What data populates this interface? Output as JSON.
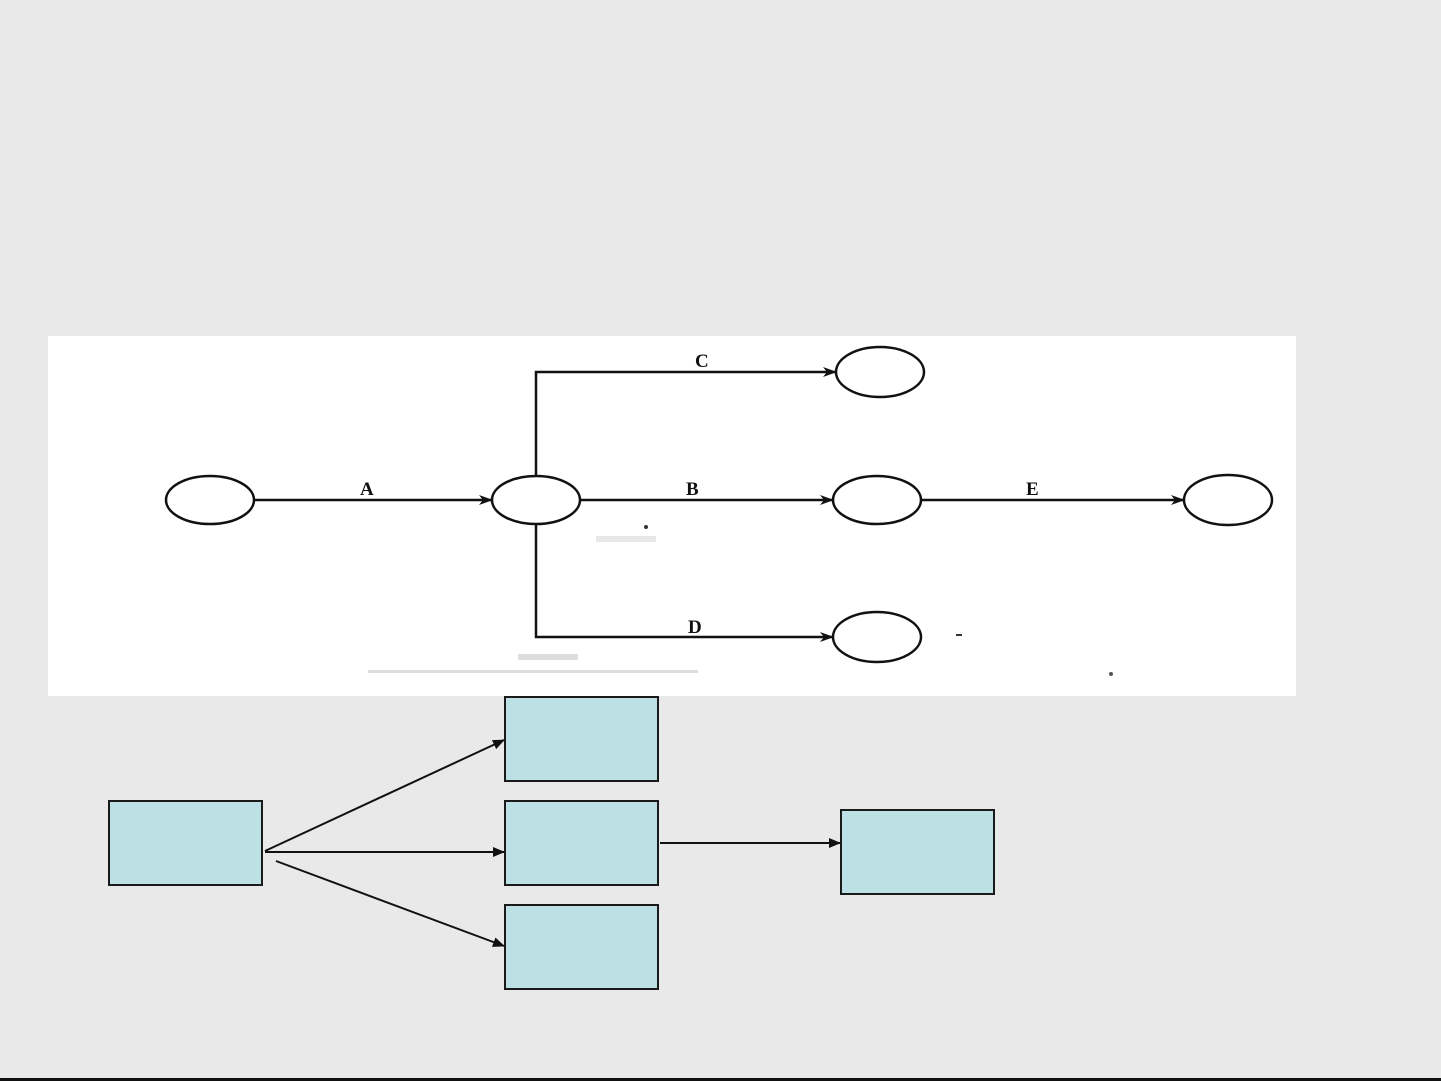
{
  "aoa_diagram": {
    "edges": [
      {
        "id": "A",
        "label": "A"
      },
      {
        "id": "B",
        "label": "B"
      },
      {
        "id": "C",
        "label": "C"
      },
      {
        "id": "D",
        "label": "D"
      },
      {
        "id": "E",
        "label": "E"
      }
    ]
  },
  "colors": {
    "background": "#e9e9e9",
    "panel": "#ffffff",
    "box_fill": "#bde0e4",
    "stroke": "#111111"
  }
}
